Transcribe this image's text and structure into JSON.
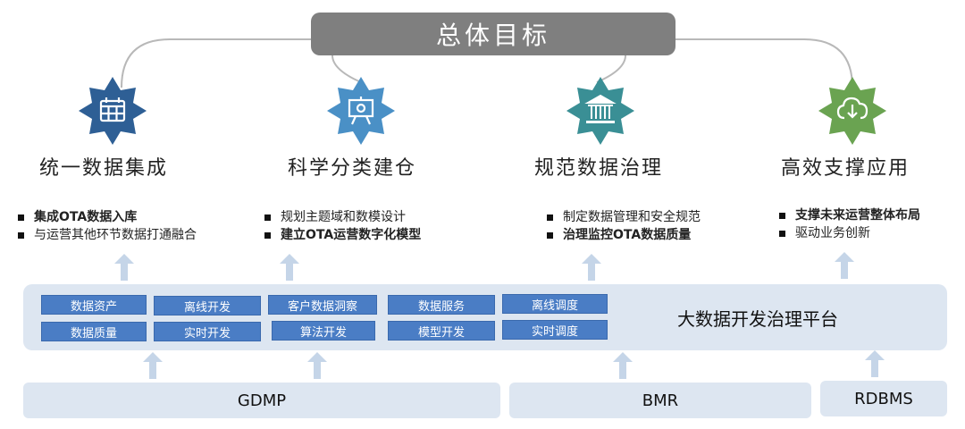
{
  "goal": {
    "title": "总体目标"
  },
  "colors": {
    "title_bar": "#7f7f7f",
    "pillar_1": "#2e5f95",
    "pillar_2": "#4a90c6",
    "pillar_3": "#3a8f95",
    "pillar_4": "#6aa351",
    "module": "#4a7dc5",
    "panel": "#dde6f1",
    "arrow": "#c5d5e8"
  },
  "pillars": [
    {
      "title": "统一数据集成",
      "icon": "calendar-icon",
      "bullets": [
        {
          "text": "集成OTA数据入库",
          "bold": true
        },
        {
          "text": "与运营其他环节数据打通融合",
          "bold": false
        }
      ]
    },
    {
      "title": "科学分类建仓",
      "icon": "presentation-board-icon",
      "bullets": [
        {
          "text": "规划主题域和数模设计",
          "bold": false
        },
        {
          "text": "建立OTA运营数字化模型",
          "bold": true
        }
      ]
    },
    {
      "title": "规范数据治理",
      "icon": "institution-icon",
      "bullets": [
        {
          "text": "制定数据管理和安全规范",
          "bold": false
        },
        {
          "text": "治理监控OTA数据质量",
          "bold": true
        }
      ]
    },
    {
      "title": "高效支撑应用",
      "icon": "cloud-download-icon",
      "bullets": [
        {
          "text": "支撑未来运营整体布局",
          "bold": true
        },
        {
          "text": "驱动业务创新",
          "bold": false
        }
      ]
    }
  ],
  "platform": {
    "name": "大数据开发治理平台",
    "modules": [
      "数据资产",
      "离线开发",
      "客户数据洞察",
      "数据服务",
      "离线调度",
      "数据质量",
      "实时开发",
      "算法开发",
      "模型开发",
      "实时调度"
    ]
  },
  "base": {
    "gdmp": "GDMP",
    "bmr": "BMR",
    "rdbms": "RDBMS"
  }
}
